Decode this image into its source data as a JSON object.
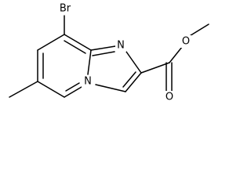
{
  "molecule": {
    "atoms": {
      "bromine": "Br",
      "imine_nitrogen": "N",
      "bridgehead_nitrogen": "N",
      "carbonyl_oxygen": "O",
      "ester_oxygen": "O"
    },
    "colors": {
      "bond": "#000000",
      "label": "#000000",
      "background": "#ffffff"
    }
  }
}
